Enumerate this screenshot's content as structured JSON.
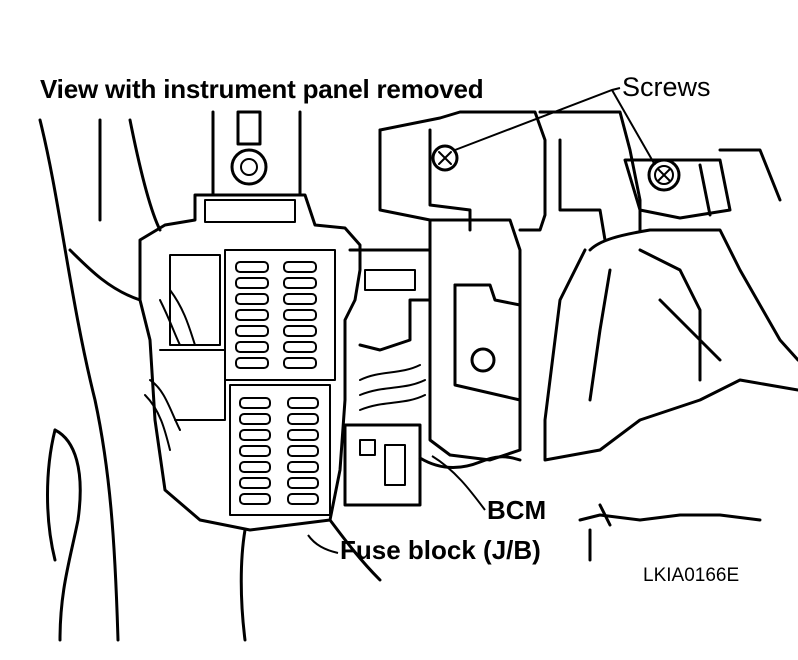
{
  "diagram": {
    "title": "View with instrument panel removed",
    "labels": {
      "screws": "Screws",
      "bcm": "BCM",
      "fuse_block": "Fuse block (J/B)"
    },
    "figure_code": "LKIA0166E"
  },
  "colors": {
    "line": "#000000",
    "background": "#ffffff"
  }
}
